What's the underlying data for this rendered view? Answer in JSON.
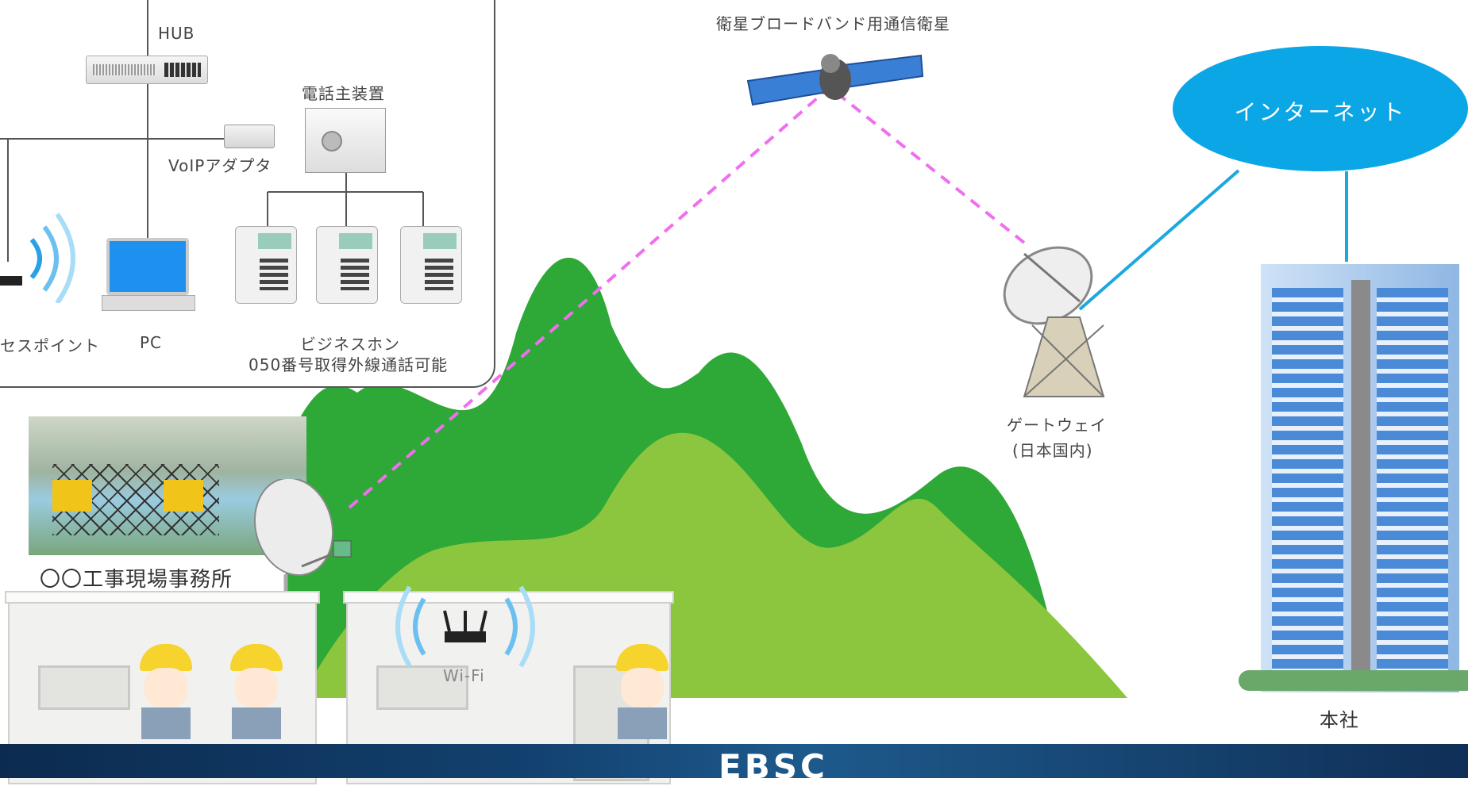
{
  "network_labels": {
    "hub": "HUB",
    "phone_system": "電話主装置",
    "voip_adapter": "VoIPアダプタ",
    "access_point": "セスポイント",
    "pc": "PC",
    "business_phone_line1": "ビジネスホン",
    "business_phone_line2": "050番号取得外線通話可能"
  },
  "satellite": {
    "label": "衛星ブロードバンド用通信衛星"
  },
  "internet": {
    "label": "インターネット"
  },
  "gateway": {
    "label_line1": "ゲートウェイ",
    "label_line2": "(日本国内)"
  },
  "headquarters": {
    "label": "本社"
  },
  "site_office": {
    "label": "〇〇工事現場事務所"
  },
  "wifi": {
    "label": "Wi-Fi"
  },
  "footer": {
    "logo": "EBSC"
  },
  "colors": {
    "satellite_link": "#f06ef0",
    "internet_link": "#1aa8e0",
    "cloud": "#0aa6e6",
    "mountain_dark": "#2ea836",
    "mountain_light": "#8cc63e"
  }
}
